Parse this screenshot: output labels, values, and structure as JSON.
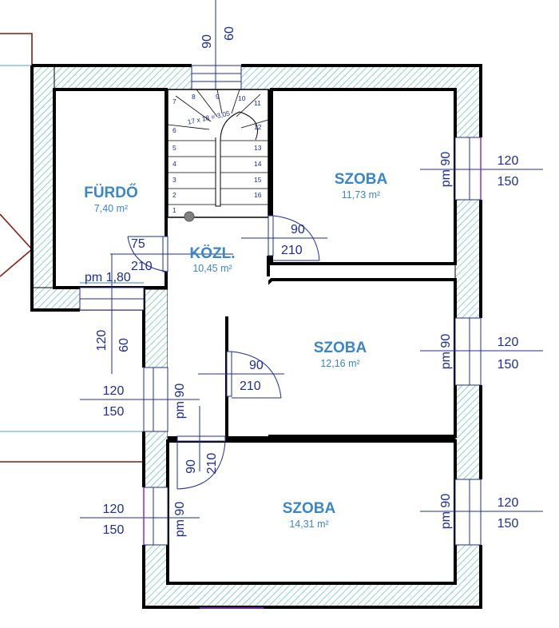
{
  "rooms": {
    "bath": {
      "name": "FÜRDŐ",
      "area": "7,40 m²"
    },
    "hall": {
      "name": "KÖZL.",
      "area": "10,45 m²"
    },
    "room1": {
      "name": "SZOBA",
      "area": "11,73 m²"
    },
    "room2": {
      "name": "SZOBA",
      "area": "12,16 m²"
    },
    "room3": {
      "name": "SZOBA",
      "area": "14,31 m²"
    }
  },
  "stair": {
    "label": "17 x 18 = 3,05",
    "steps": [
      "1",
      "2",
      "3",
      "4",
      "5",
      "6",
      "7",
      "8",
      "9",
      "10",
      "11",
      "12",
      "13",
      "14",
      "15",
      "16"
    ]
  },
  "dims": {
    "top_a": "90",
    "top_b": "60",
    "bath_door_w": "75",
    "bath_door_h": "210",
    "bath_window": "pm 1,80",
    "left_win_a": "120",
    "left_win_b": "60",
    "room1_door_w": "90",
    "room1_door_h": "210",
    "room2_door_w": "90",
    "room2_door_h": "210",
    "hall_door_w": "90",
    "hall_door_h": "210",
    "r1_pm": "pm 90",
    "r1_w": "120",
    "r1_h": "150",
    "r2_pm": "pm 90",
    "r2_w": "120",
    "r2_h": "150",
    "r3_pm": "pm 90",
    "r3_w": "120",
    "r3_h": "150",
    "l1_pm": "pm 90",
    "l1_w": "120",
    "l1_h": "150",
    "l2_pm": "pm 90",
    "l2_w": "120",
    "l2_h": "150"
  }
}
